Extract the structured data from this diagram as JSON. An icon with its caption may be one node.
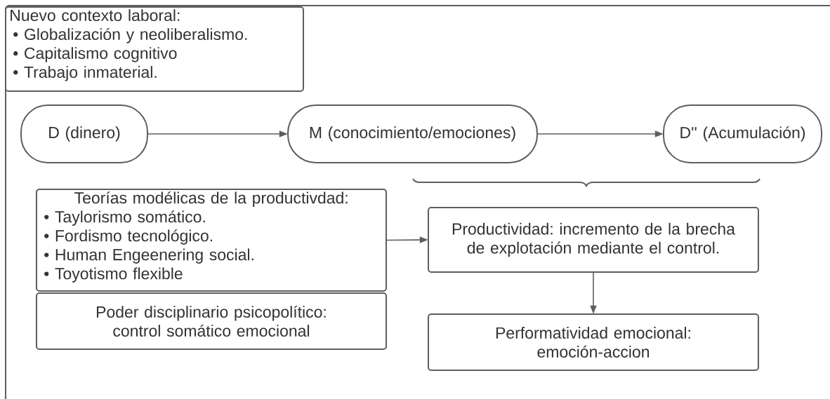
{
  "diagram": {
    "nodes": [
      {
        "text": [
          "Nuevo contexto laboral:",
          "• Globalización y neoliberalismo.",
          "• Capitalismo cognitivo",
          "• Trabajo inmaterial."
        ]
      },
      {
        "text": [
          "D (dinero)"
        ]
      },
      {
        "text": [
          "M (conocimiento/emociones)"
        ]
      },
      {
        "text": [
          "D'' (Acumulación)"
        ]
      },
      {
        "text": [
          "Teorías modélicas de la productivdad:",
          "• Taylorismo somático.",
          "• Fordismo tecnológico.",
          "• Human Engeenering social.",
          "• Toyotismo flexible"
        ]
      },
      {
        "text": [
          "Poder disciplinario psicopolítico: control somático emocional"
        ]
      },
      {
        "text": [
          "Productividad: incremento de la brecha de explotación mediante el control."
        ]
      },
      {
        "text": [
          "Performatividad emocional: emoción-accion"
        ]
      }
    ],
    "edges": [
      {
        "from": 1,
        "to": 2,
        "arrow": "to"
      },
      {
        "from": 2,
        "to": 3,
        "arrow": "to"
      },
      {
        "from": 4,
        "to": 6,
        "arrow": "to"
      },
      {
        "from": 6,
        "to": 7,
        "arrow": "to"
      }
    ]
  }
}
